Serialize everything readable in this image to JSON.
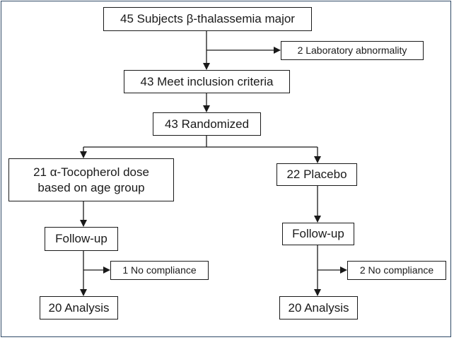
{
  "flowchart": {
    "enrolled": "45 Subjects β-thalassemia major",
    "excluded": "2 Laboratory abnormality",
    "inclusion": "43 Meet inclusion criteria",
    "randomized": "43 Randomized",
    "arm_tocopherol": {
      "allocation_line1": "21 α-Tocopherol dose",
      "allocation_line2": "based on age group",
      "follow_up": "Follow-up",
      "lost": "1 No compliance",
      "analysis": "20 Analysis"
    },
    "arm_placebo": {
      "allocation": "22 Placebo",
      "follow_up": "Follow-up",
      "lost": "2 No compliance",
      "analysis": "20 Analysis"
    }
  },
  "colors": {
    "line": "#1a1a1a",
    "frame": "#2f4a67",
    "background": "#ffffff"
  }
}
